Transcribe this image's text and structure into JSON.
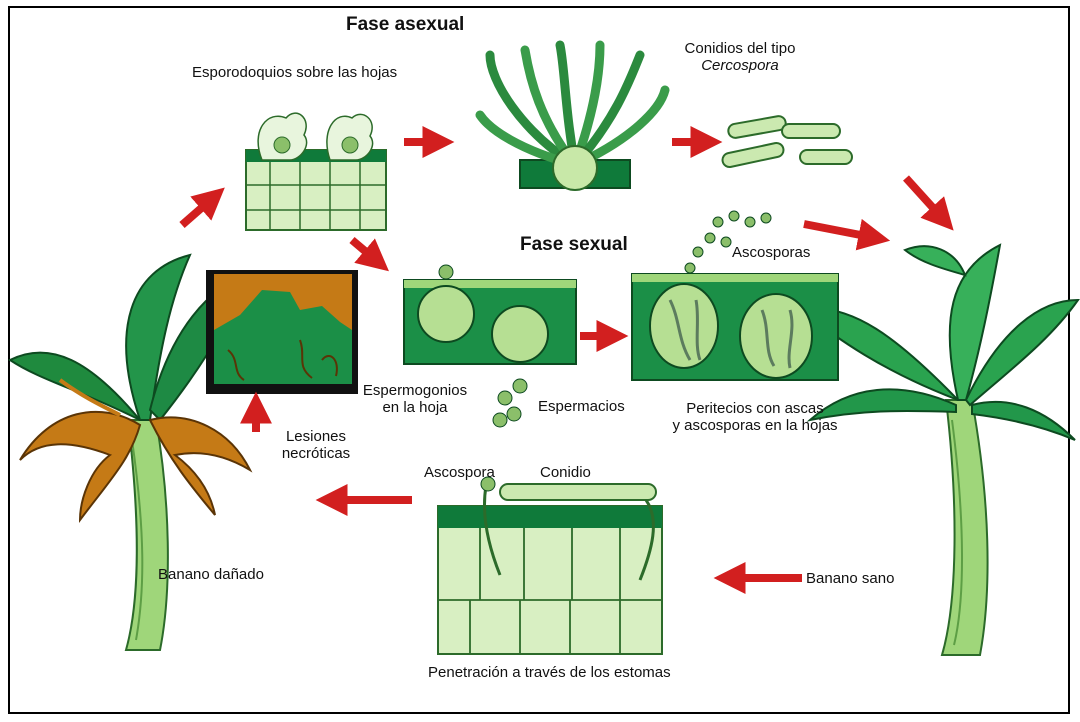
{
  "colors": {
    "arrow": "#d21f1f",
    "leaf_dark": "#0f7a3a",
    "leaf_light": "#bfe5a3",
    "cell": "#d8efc2",
    "spore": "#8bbf6a",
    "necrotic": "#c57a16"
  },
  "labels": {
    "asexual_phase": "Fase asexual",
    "sexual_phase": "Fase sexual",
    "sporodochia": "Esporodoquios sobre las hojas",
    "conidia_line1": "Conidios del tipo",
    "conidia_line2": "Cercospora",
    "ascospores": "Ascosporas",
    "spermogonia_line1": "Espermogonios",
    "spermogonia_line2": "en la hoja",
    "spermatia": "Espermacios",
    "perithecia_line1": "Peritecios con ascas",
    "perithecia_line2": "y ascosporas en la hojas",
    "lesions_line1": "Lesiones",
    "lesions_line2": "necróticas",
    "ascospore": "Ascospora",
    "conidium": "Conidio",
    "damaged_banana": "Banano dañado",
    "healthy_banana": "Banano sano",
    "penetration": "Penetración a través de los estomas"
  }
}
